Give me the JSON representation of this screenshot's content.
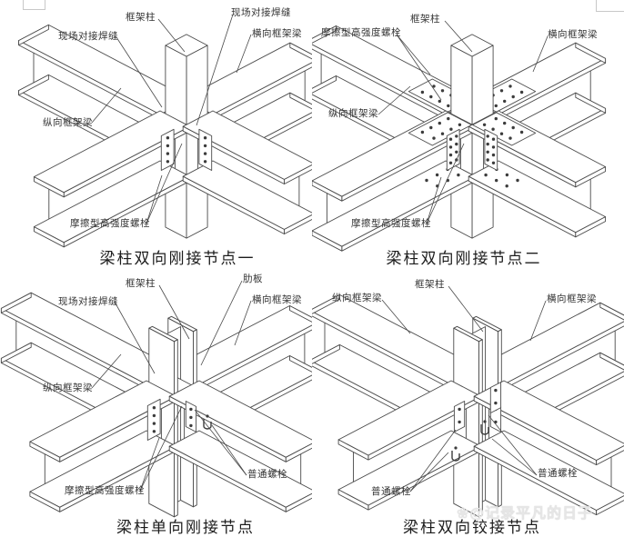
{
  "page": {
    "background": "#ffffff",
    "line_color": "#4a4a4a",
    "watermark": "❀@记录平凡的日子"
  },
  "diagrams": [
    {
      "caption": "梁柱双向刚接节点一",
      "labels": {
        "frame_column": "框架柱",
        "field_weld_top": "现场对接焊缝",
        "field_weld_left": "现场对接焊缝",
        "transverse_beam": "横向框架梁",
        "longitudinal_beam": "纵向框架梁",
        "hs_bolts": "摩擦型高强度螺栓"
      }
    },
    {
      "caption": "梁柱双向刚接节点二",
      "labels": {
        "hs_bolts_top": "摩擦型高强度螺栓",
        "frame_column": "框架柱",
        "transverse_beam": "横向框架梁",
        "longitudinal_beam": "纵向框架梁",
        "hs_bolts_bottom": "摩擦型高强度螺栓"
      }
    },
    {
      "caption": "梁柱单向刚接节点",
      "labels": {
        "frame_column": "框架柱",
        "rib_plate": "肋板",
        "field_weld": "现场对接焊缝",
        "transverse_beam": "横向框架梁",
        "longitudinal_beam": "纵向框架梁",
        "hs_bolts": "摩擦型高强度螺栓",
        "ordinary_bolt": "普通螺栓"
      }
    },
    {
      "caption": "梁柱双向铰接节点",
      "labels": {
        "frame_column": "框架柱",
        "longitudinal_beam": "纵向框架梁",
        "transverse_beam": "横向框架梁",
        "ordinary_bolt_left": "普通螺栓",
        "ordinary_bolt_right": "普通螺栓"
      }
    }
  ]
}
